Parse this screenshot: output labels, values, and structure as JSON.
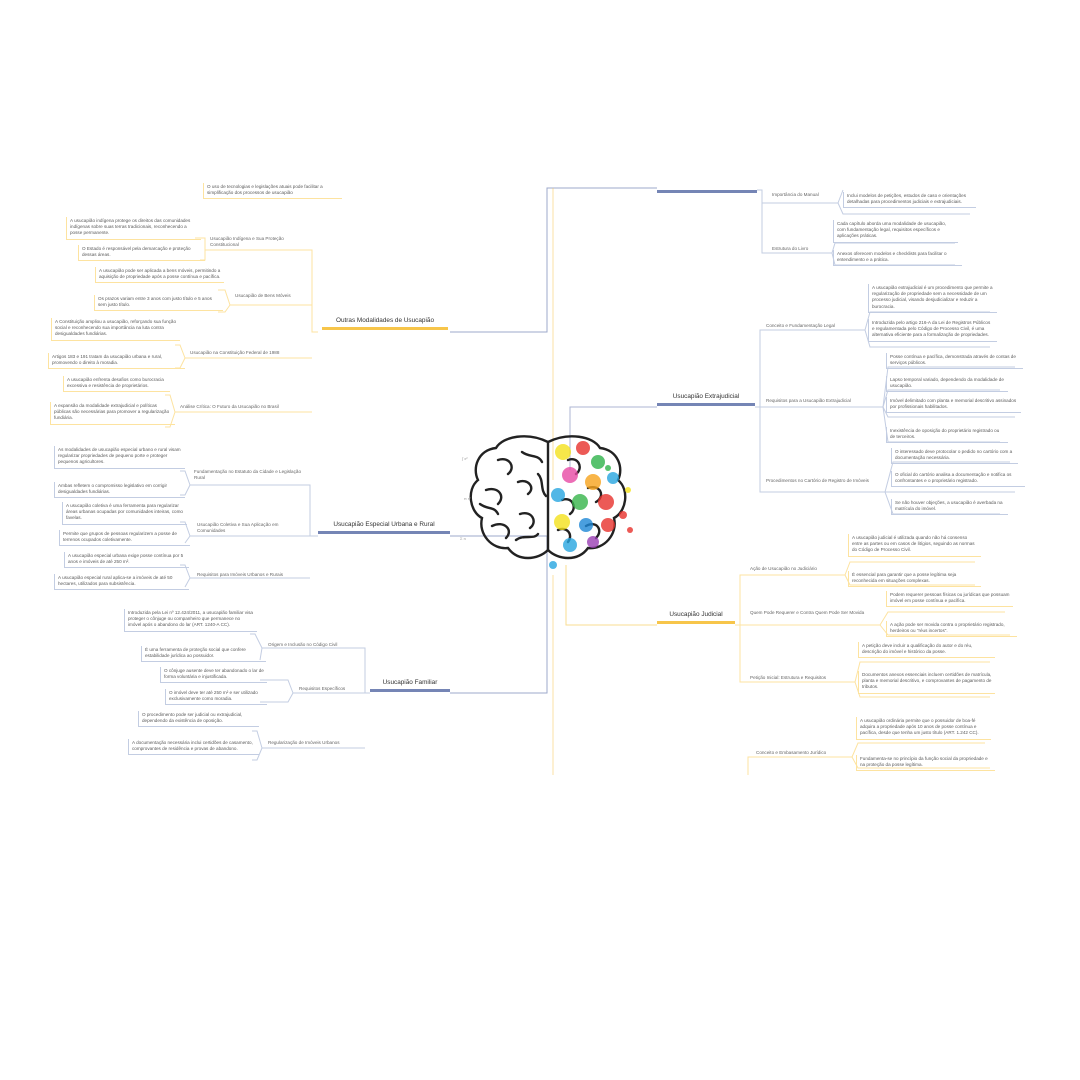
{
  "center": {
    "image": "brain-icon"
  },
  "colors": {
    "yellow": "#f7c54a",
    "blue": "#7585b5",
    "yellow_light": "#fde3a0",
    "blue_light": "#c3cde2"
  },
  "left": {
    "outras": {
      "title": "Outras Modalidades de Usucapião",
      "top_leaf": "O uso de tecnologias e legislações atuais pode facilitar a simplificação dos processos de usucapião",
      "subs": [
        "Usucapião Indígena e Sua Proteção Constitucional",
        "Usucapião de Bens Móveis",
        "Usucapião na Constituição Federal de 1988",
        "Análise Crítica: O Futuro da Usucapião no Brasil"
      ],
      "leaves": [
        "A usucapião indígena protege os direitos das comunidades indígenas sobre suas terras tradicionais, reconhecendo a posse permanente.",
        "O Estado é responsável pela demarcação e proteção dessas áreas.",
        "A usucapião pode ser aplicada a bens móveis, permitindo a aquisição de propriedade após a posse contínua e pacífica.",
        "Os prazos variam entre 3 anos com justo título e 5 anos sem justo título.",
        "A Constituição ampliou a usucapião, reforçando sua função social e reconhecendo sua importância na luta contra desigualdades fundiárias.",
        "Artigos 183 e 191 tratam da usucapião urbana e rural, promovendo o direito à moradia.",
        "A usucapião enfrenta desafios como burocracia excessiva e resistência de proprietários.",
        "A expansão da modalidade extrajudicial e políticas públicas são necessárias para promover a regularização fundiária."
      ]
    },
    "especial": {
      "title": "Usucapião Especial Urbana e Rural",
      "subs": [
        "Fundamentação no Estatuto da Cidade e Legislação Rural",
        "Usucapião Coletiva e Sua Aplicação em Comunidades",
        "Requisitos para Imóveis Urbanos e Rurais"
      ],
      "leaves": [
        "As modalidades de usucapião especial urbano e rural visam regularizar propriedades de pequeno porte e proteger pequenos agricultores.",
        "Ambas refletem o compromisso legislativo em corrigir desigualdades fundiárias.",
        "A usucapião coletiva é uma ferramenta para regularizar áreas urbanas ocupadas por comunidades inteiras, como favelas.",
        "Permite que grupos de pessoas regularizem a posse de terrenos ocupados coletivamente.",
        "A usucapião especial urbana exige posse contínua por 5 anos e imóveis de até 250 m².",
        "A usucapião especial rural aplica-se a imóveis de até 50 hectares, utilizados para subsistência."
      ]
    },
    "familiar": {
      "title": "Usucapião Familiar",
      "subs": [
        "Origem e Inclusão no Código Civil",
        "Requisitos Específicos",
        "Regularização de Imóveis Urbanos"
      ],
      "leaves": [
        "Introduzida pela Lei nº 12.424/2011, a usucapião familiar visa proteger o cônjuge ou companheiro que permanece no imóvel após o abandono do lar (ART. 1240-A CC).",
        "É uma ferramenta de proteção social que confere estabilidade jurídica ao possuidor.",
        "O cônjuge ausente deve ter abandonado o lar de forma voluntária e injustificada.",
        "O imóvel deve ter até 250 m² e ser utilizado exclusivamente como moradia.",
        "O procedimento pode ser judicial ou extrajudicial, dependendo da existência de oposição.",
        "A documentação necessária inclui certidões de casamento, comprovantes de residência e provas de abandono."
      ]
    }
  },
  "right": {
    "manual": {
      "subs": [
        "Importância do Manual",
        "Estrutura do Livro"
      ],
      "leaves": [
        "Inclui modelos de petições, estudos de caso e orientações detalhadas para procedimentos judiciais e extrajudiciais.",
        "Cada capítulo aborda uma modalidade de usucapião, com fundamentação legal, requisitos específicos e aplicações práticas.",
        "Anexos oferecem modelos e checklists para facilitar o entendimento e a prática."
      ]
    },
    "extrajudicial": {
      "title": "Usucapião Extrajudicial",
      "subs": [
        "Conceito e Fundamentação Legal",
        "Requisitos para a Usucapião Extrajudicial",
        "Procedimentos no Cartório de Registro de Imóveis"
      ],
      "leaves": [
        "A usucapião extrajudicial é um procedimento que permite a regularização de propriedade sem a necessidade de um processo judicial, visando desjudicializar e reduzir a burocracia.",
        "Introduzida pelo artigo 216-A da Lei de Registros Públicos e regulamentada pelo Código de Processo Civil, é uma alternativa eficiente para a formalização de propriedades.",
        "Posse contínua e pacífica, demonstrada através de contas de serviços públicos.",
        "Lapso temporal variado, dependendo da modalidade de usucapião.",
        "Imóvel delimitado com planta e memorial descritivo assinados por profissionais habilitados.",
        "Inexistência de oposição do proprietário registrado ou de terceiros.",
        "O interessado deve protocolar o pedido no cartório com a documentação necessária.",
        "O oficial do cartório analisa a documentação e notifica os confrontantes e o proprietário registrado.",
        "Se não houver objeções, a usucapião é averbada na matrícula do imóvel."
      ]
    },
    "judicial": {
      "title": "Usucapião Judicial",
      "subs": [
        "Ação de Usucapião no Judiciário",
        "Quem Pode Requerer e Contra Quem Pode Ser Movida",
        "Petição Inicial: Estrutura e Requisitos"
      ],
      "leaves": [
        "A usucapião judicial é utilizada quando não há consenso entre as partes ou em casos de litígios, seguindo as normas do Código de Processo Civil.",
        "É essencial para garantir que a posse legítima seja reconhecida em situações complexas.",
        "Podem requerer pessoas físicas ou jurídicas que possuam imóvel em posse contínua e pacífica.",
        "A ação pode ser movida contra o proprietário registrado, herdeiros ou \"réus incertos\".",
        "A petição deve incluir a qualificação do autor e do réu, descrição do imóvel e histórico da posse.",
        "Documentos anexos essenciais incluem certidões de matrícula, planta e memorial descritivo, e comprovantes de pagamento de tributos."
      ]
    },
    "ordinaria": {
      "subs": [
        "Conceito e Embasamento Jurídico"
      ],
      "leaves": [
        "A usucapião ordinária permite que o possuidor de boa-fé adquira a propriedade após 10 anos de posse contínua e pacífica, desde que tenha um justo título (ART. 1.242 CC).",
        "Fundamenta-se no princípio da função social da propriedade e na proteção da posse legítima."
      ]
    }
  }
}
